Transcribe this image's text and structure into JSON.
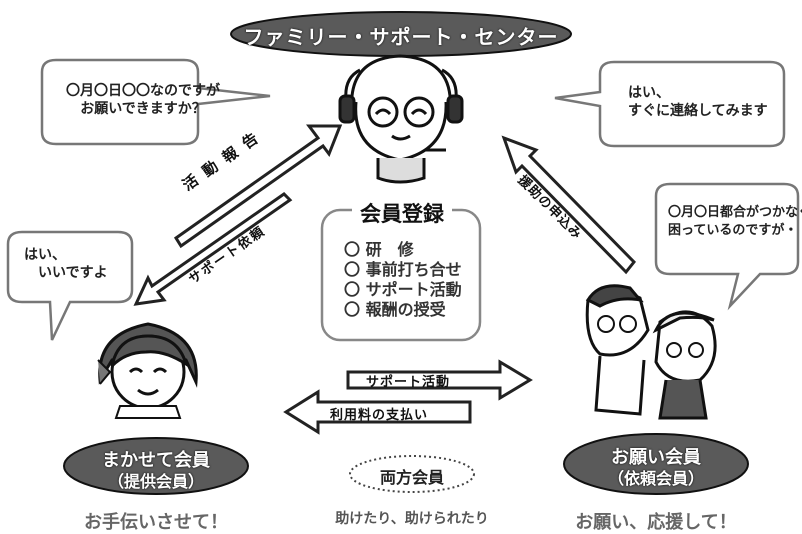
{
  "title": "ファミリー・サポート・センター",
  "speech": {
    "center_question": "〇月〇日〇〇なのですが\nお願いできますか？",
    "center_reply": "はい、\nすぐに連絡してみます",
    "provider_reply": "はい、\n　いいですよ",
    "requester_request": "〇月〇日都合がつかなくて\n困っているのですが・・・"
  },
  "arrows": {
    "activity_report": "活 動 報 告",
    "support_request": "サポート依頼",
    "assistance_application": "援助の申込み",
    "support_activity": "サポート活動",
    "fee_payment": "利用料の支払い"
  },
  "registration": {
    "title": "会員登録",
    "items": [
      "〇 研　修",
      "〇 事前打ち合せ",
      "〇 サポート活動",
      "〇 報酬の授受"
    ]
  },
  "provider": {
    "label": "まかせて会員",
    "sublabel": "（提供会員）",
    "caption": "お手伝いさせて！"
  },
  "both": {
    "label": "両方会員",
    "caption": "助けたり、助けられたり"
  },
  "requester": {
    "label": "お願い会員",
    "sublabel": "（依頼会員）",
    "caption": "お願い、応援して！"
  }
}
